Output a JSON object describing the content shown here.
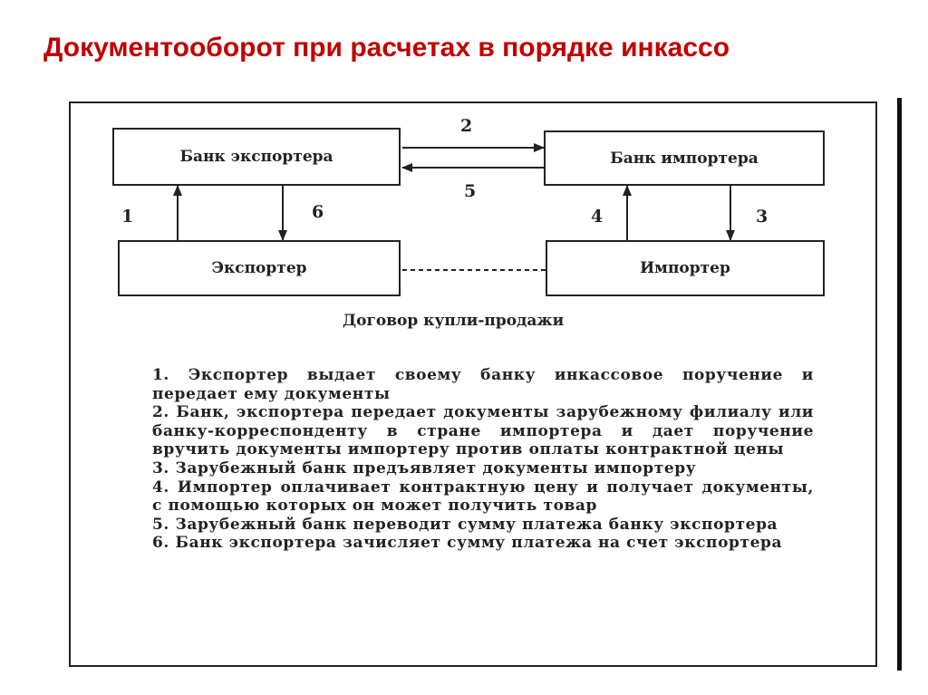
{
  "title": "Документооборот при расчетах в порядке инкассо",
  "nodes": {
    "exporter_bank": "Банк экспортера",
    "importer_bank": "Банк импортера",
    "exporter": "Экспортер",
    "importer": "Импортер"
  },
  "arrow_labels": {
    "a1": "1",
    "a2": "2",
    "a3": "3",
    "a4": "4",
    "a5": "5",
    "a6": "6"
  },
  "contract_caption": "Договор купли-продажи",
  "steps": [
    "1. Экспортер выдает своему банку инкассовое поручение и передает ему документы",
    "2. Банк, экспортера передает документы зарубежному филиалу или банку-корреспонденту в стране импортера и дает поручение вручить документы импортеру против оплаты контрактной цены",
    "3. Зарубежный банк предъявляет документы импортеру",
    "4. Импортер оплачивает контрактную цену и получает документы, с помощью которых он может получить товар",
    "5. Зарубежный банк переводит сумму платежа банку экспортера",
    "6. Банк экспортера зачисляет сумму платежа на счет экспортера"
  ]
}
